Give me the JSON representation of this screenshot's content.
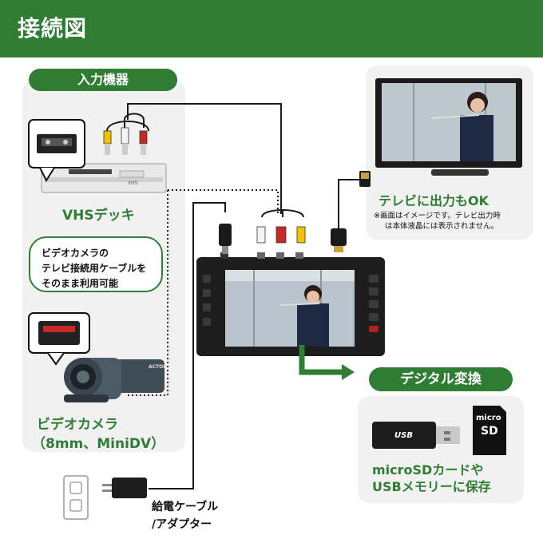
{
  "header": {
    "title": "接続図"
  },
  "input_section": {
    "label": "入力機器"
  },
  "vhs": {
    "label": "VHSデッキ",
    "deck_brand": "VHS"
  },
  "bubble": {
    "line1": "ビデオカメラの",
    "line2": "テレビ接続用ケーブルを",
    "line3": "そのまま利用可能"
  },
  "camera": {
    "label_line1": "ビデオカメラ",
    "label_line2": "（8mm、MiniDV）",
    "brand": "ACTOR"
  },
  "tv": {
    "label": "テレビに出力もOK",
    "note_line1": "※画面はイメージです。テレビ出力時",
    "note_line2": "は本体液晶には表示されません。"
  },
  "digital": {
    "label": "デジタル変換",
    "storage_line1": "microSDカードや",
    "storage_line2": "USBメモリーに保存",
    "usb_text": "USB",
    "sd_line1": "micro",
    "sd_line2": "SD"
  },
  "power": {
    "label_line1": "給電ケーブル",
    "label_line2": "/アダプター"
  },
  "colors": {
    "brand_green": "#2e7d32",
    "panel_gray": "#f1f1f1",
    "rca_yellow": "#f2c200",
    "rca_red": "#c62828",
    "rca_white": "#f4f4f4"
  }
}
